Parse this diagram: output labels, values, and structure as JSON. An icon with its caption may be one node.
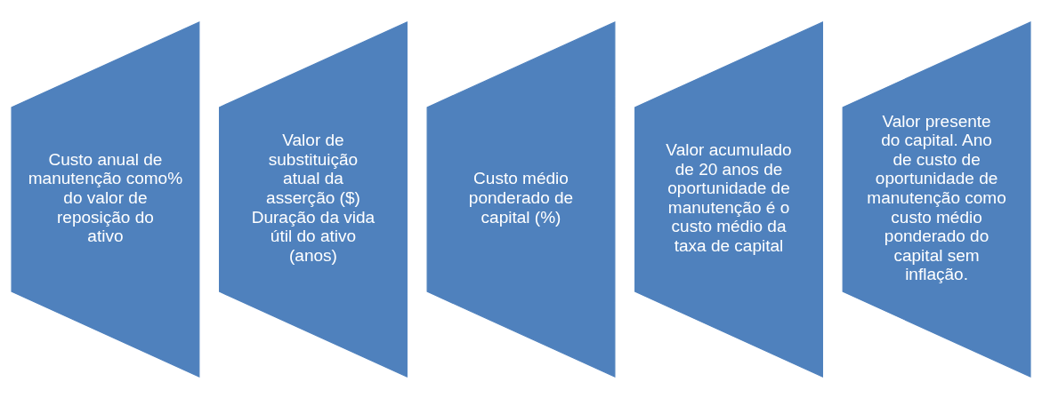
{
  "diagram": {
    "nodes": [
      {
        "text": [
          "Custo anual de manutenção como% do valor de reposição do ativo"
        ]
      },
      {
        "text": [
          "Valor de substituição atual da asserção ($) Duração da vida útil do ativo (anos)"
        ]
      },
      {
        "text": [
          "Custo médio ponderado de capital (%)"
        ]
      },
      {
        "text": [
          "Valor acumulado de 20 anos de oportunidade de manutenção é o custo médio da taxa de capital"
        ]
      },
      {
        "text": [
          "Valor presente do capital. Ano de custo de oportunidade de manutenção como custo médio ponderado do capital sem inflação."
        ]
      }
    ]
  }
}
